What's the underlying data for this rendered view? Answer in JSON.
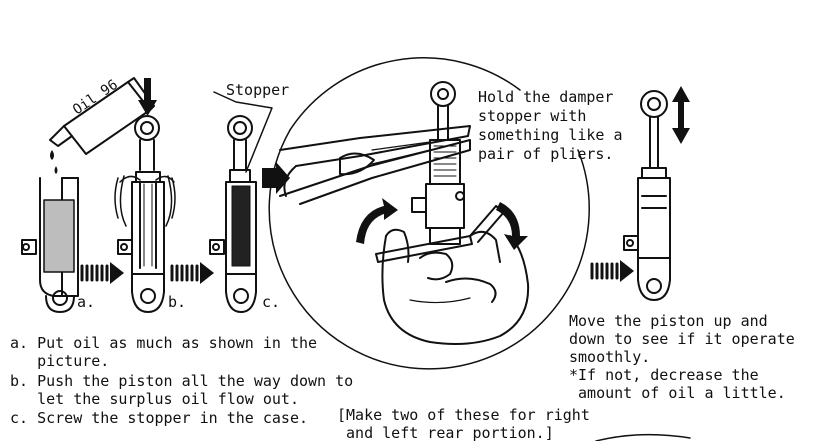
{
  "labels": {
    "oil": "Oil 96",
    "stopper": "Stopper",
    "a": "a.",
    "b": "b.",
    "c": "c."
  },
  "notes": {
    "hold": [
      "Hold the damper",
      "stopper with",
      "something like a",
      "pair of pliers."
    ],
    "move": [
      "Move the piston up and",
      "down to see if it operate",
      "smoothly.",
      "*If not, decrease the",
      " amount of oil a little."
    ]
  },
  "steps": [
    [
      "a. Put oil as much as shown in the",
      "   picture."
    ],
    [
      "b. Push the piston all the way down to",
      "   let the surplus oil flow out."
    ],
    [
      "c. Screw the stopper in the case."
    ]
  ],
  "footnote": [
    "[Make two of these for right",
    " and left rear portion.]"
  ]
}
